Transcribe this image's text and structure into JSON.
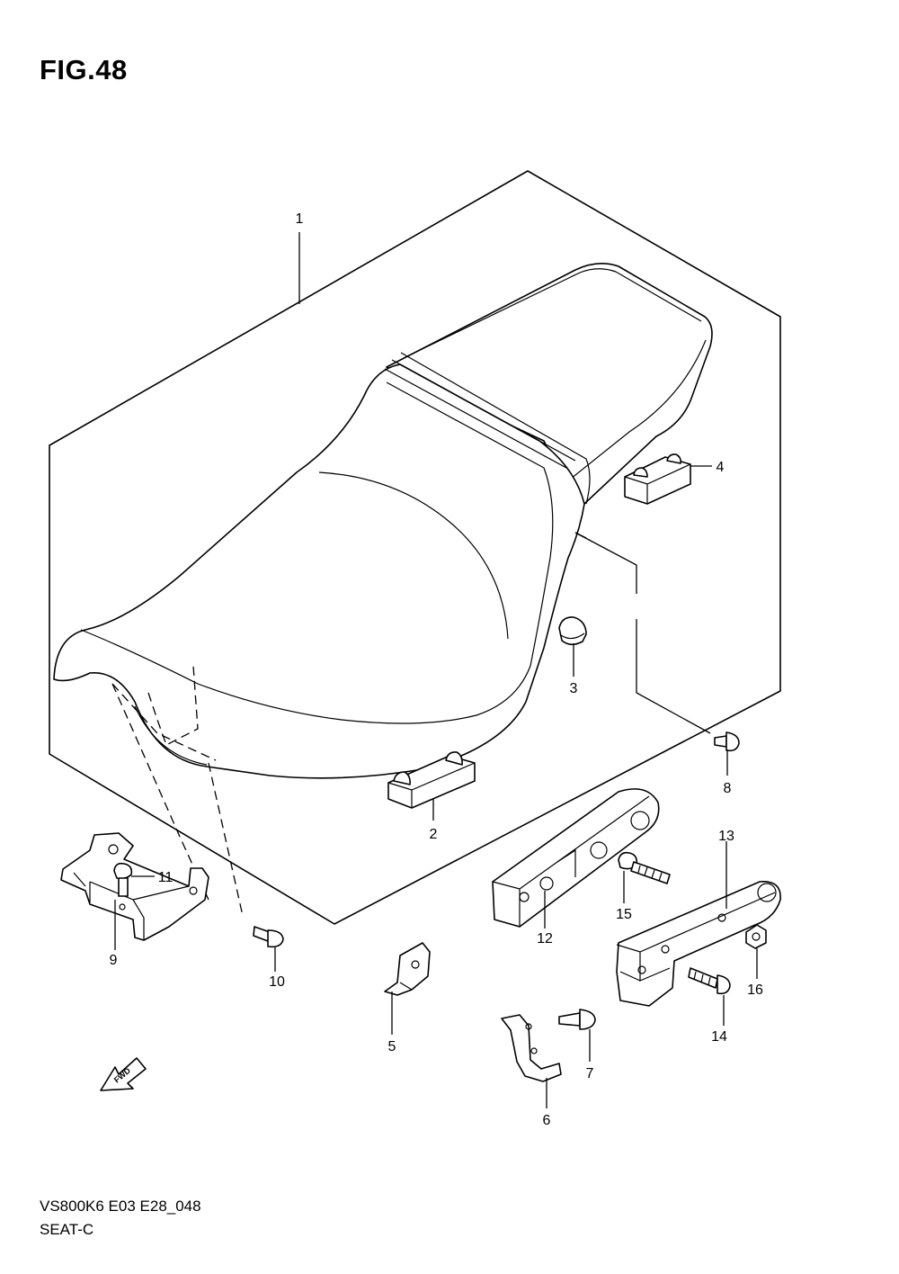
{
  "figure": {
    "title": "FIG.48"
  },
  "footer": {
    "code": "VS800K6 E03 E28_048",
    "name": "SEAT-C"
  },
  "fwd_arrow": {
    "label": "FWD"
  },
  "callouts": [
    {
      "id": "1",
      "label": "1"
    },
    {
      "id": "2",
      "label": "2"
    },
    {
      "id": "3",
      "label": "3"
    },
    {
      "id": "4",
      "label": "4"
    },
    {
      "id": "5",
      "label": "5"
    },
    {
      "id": "6",
      "label": "6"
    },
    {
      "id": "7",
      "label": "7"
    },
    {
      "id": "8",
      "label": "8"
    },
    {
      "id": "9",
      "label": "9"
    },
    {
      "id": "10",
      "label": "10"
    },
    {
      "id": "11",
      "label": "11"
    },
    {
      "id": "12",
      "label": "12"
    },
    {
      "id": "13",
      "label": "13"
    },
    {
      "id": "14",
      "label": "14"
    },
    {
      "id": "15",
      "label": "15"
    },
    {
      "id": "16",
      "label": "16"
    }
  ]
}
